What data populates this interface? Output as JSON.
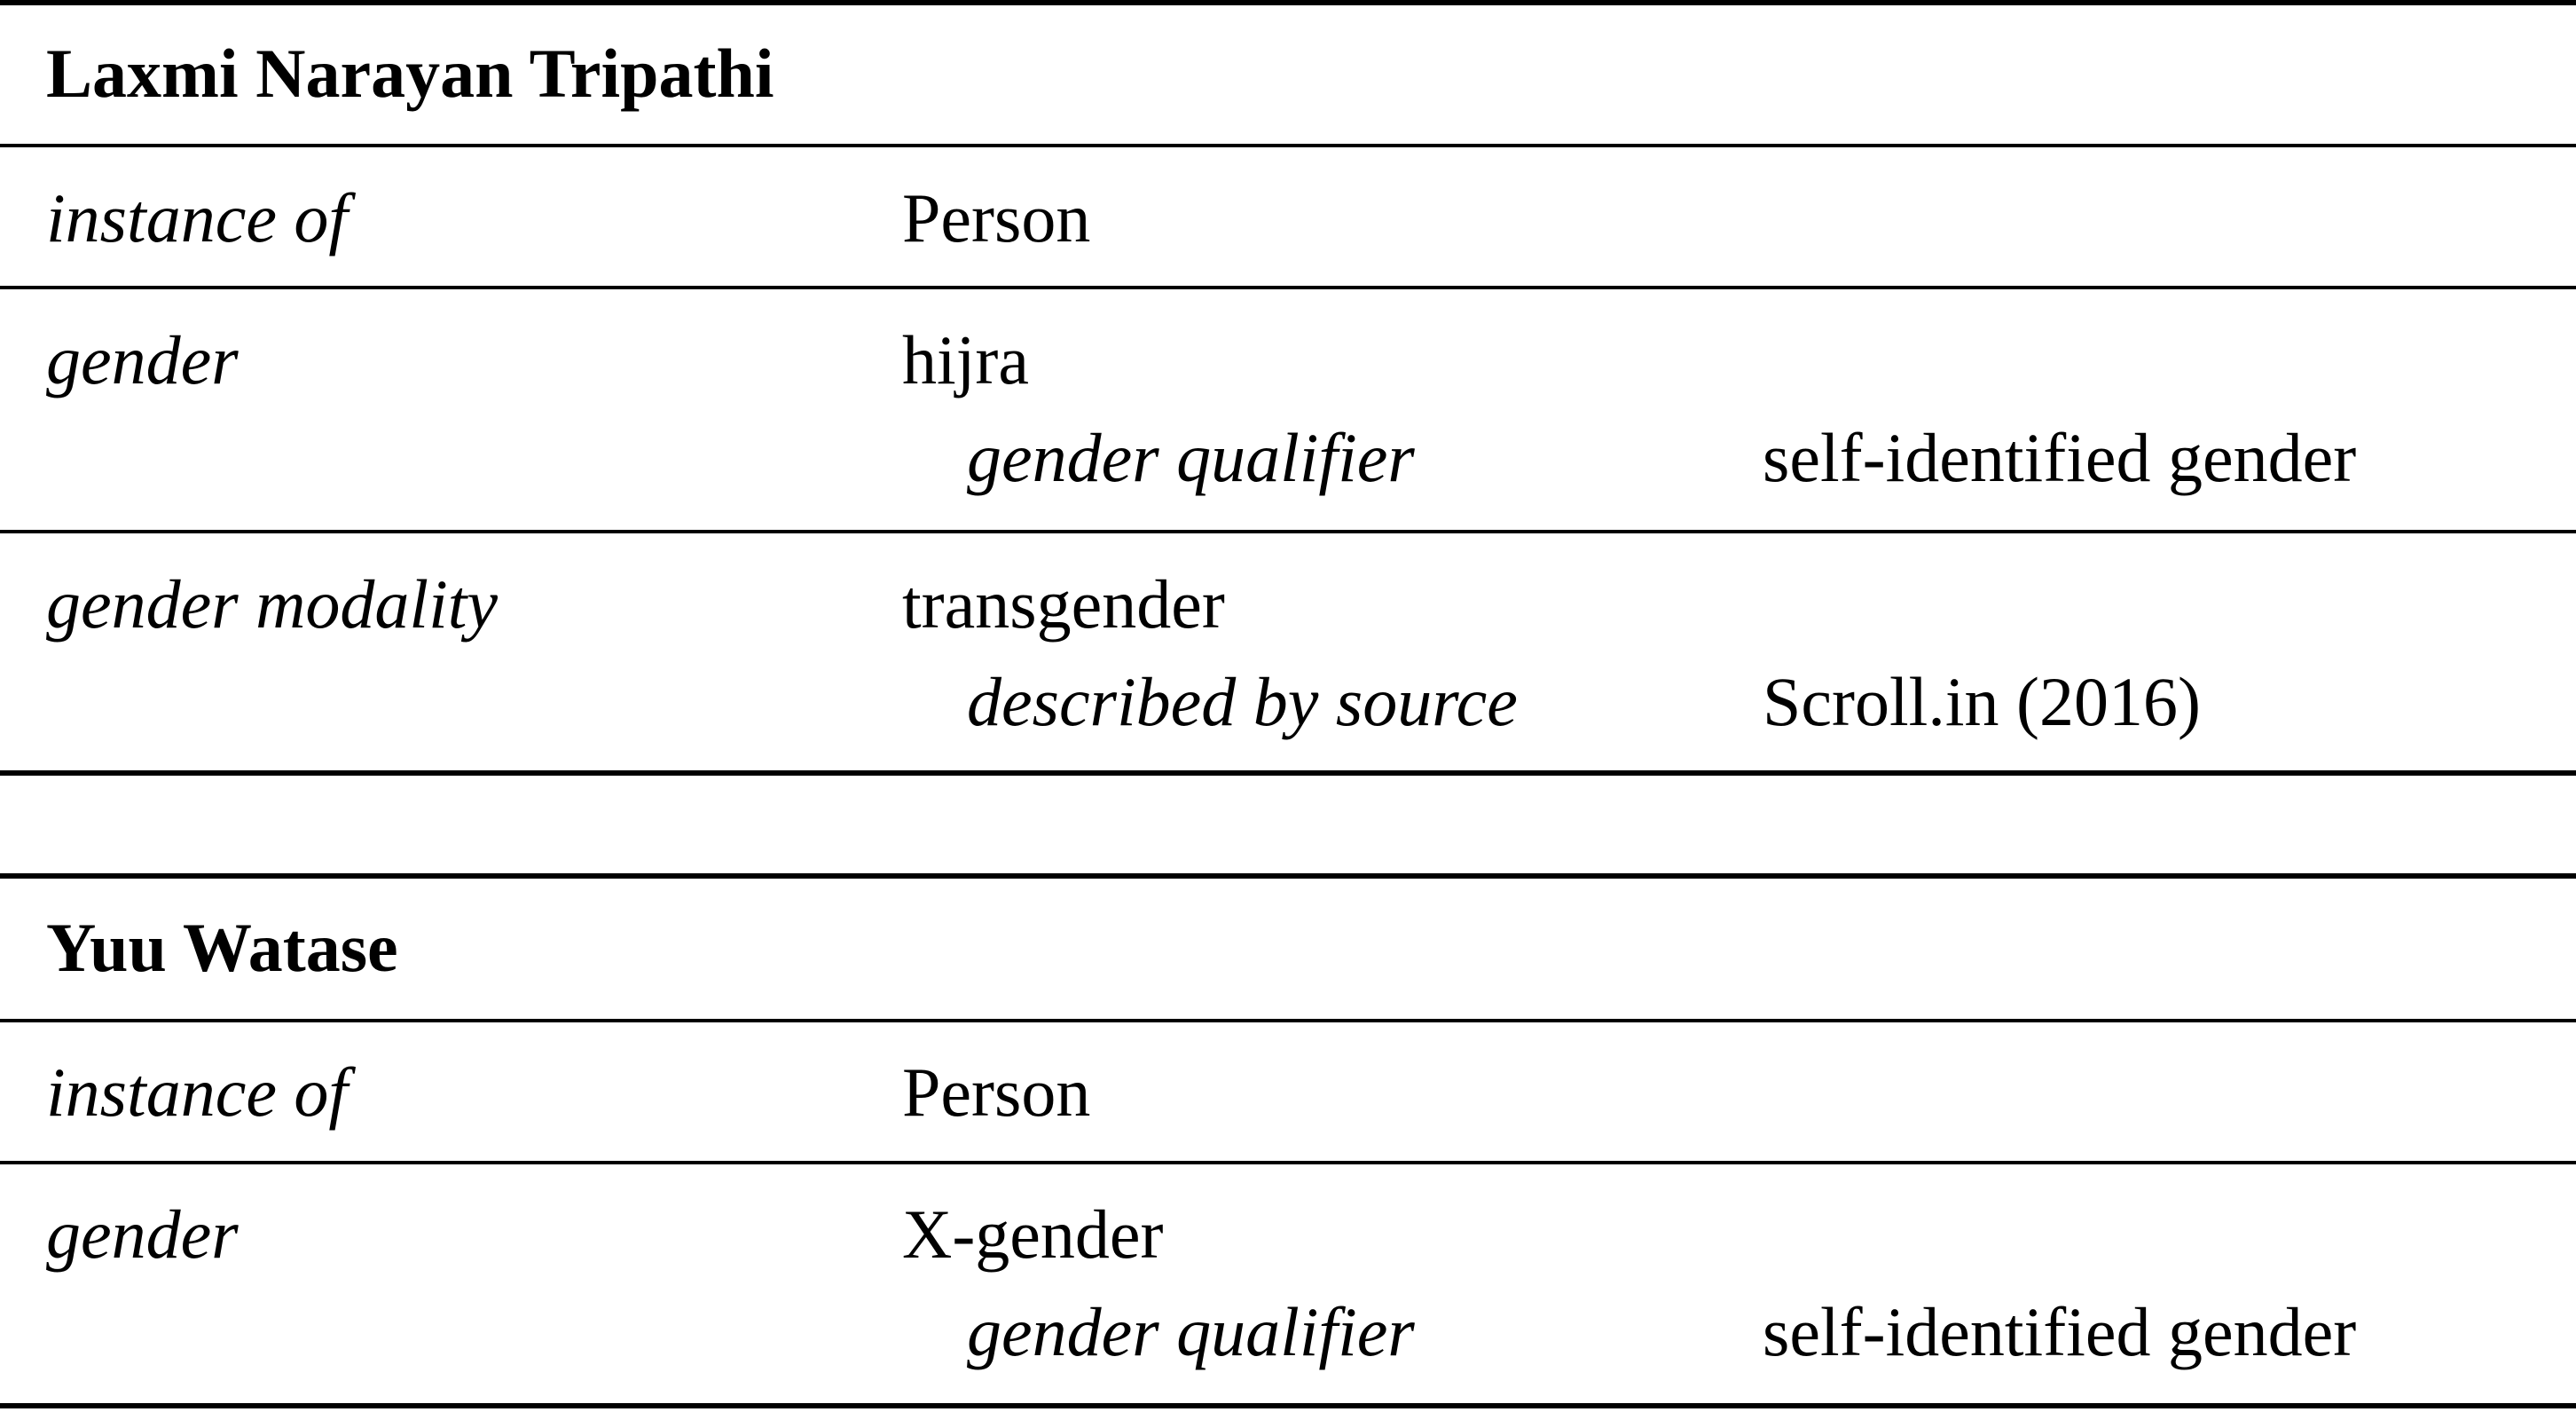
{
  "entities": [
    {
      "name": "Laxmi Narayan Tripathi",
      "statements": [
        {
          "property": "instance of",
          "value": "Person"
        },
        {
          "property": "gender",
          "value": "hijra",
          "qualifier": {
            "property": "gender qualifier",
            "value": "self-identified gender"
          }
        },
        {
          "property": "gender modality",
          "value": "transgender",
          "qualifier": {
            "property": "described by source",
            "value": "Scroll.in (2016)"
          }
        }
      ]
    },
    {
      "name": "Yuu Watase",
      "statements": [
        {
          "property": "instance of",
          "value": "Person"
        },
        {
          "property": "gender",
          "value": "X-gender",
          "qualifier": {
            "property": "gender qualifier",
            "value": "self-identified gender"
          }
        }
      ]
    }
  ]
}
